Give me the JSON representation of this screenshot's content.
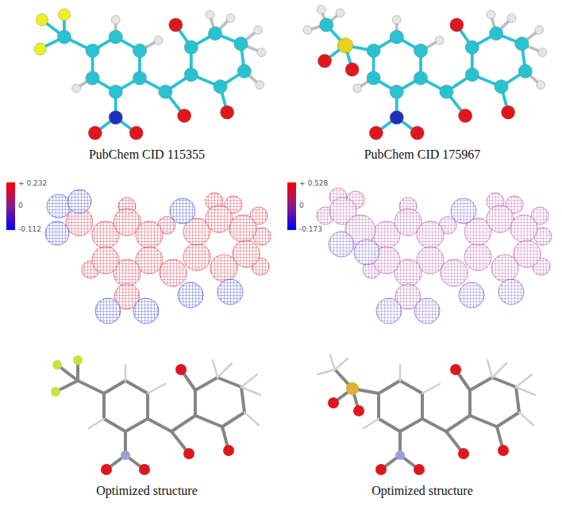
{
  "diagram": {
    "labels": [
      "PubChem CID 115355",
      "PubChem CID 175967",
      "+ 0.232",
      "0",
      "-0.112",
      "+ 0.528",
      "0",
      "-0.173",
      "Optimized structure",
      "Optimized structure"
    ]
  }
}
